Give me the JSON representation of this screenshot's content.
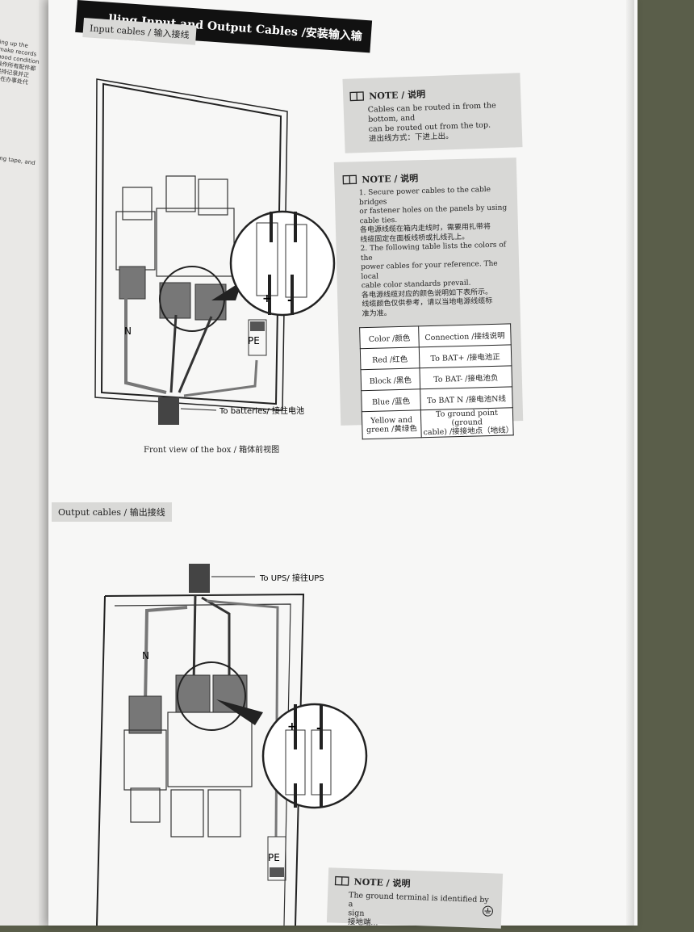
{
  "banner": {
    "title": "lling Input and Output Cables /安装输入输出线缆"
  },
  "left_margin": {
    "lines": [
      "ing up the",
      "make records",
      "good condition",
      "操作所有配件都",
      "保持记录并正",
      "现在办事处代",
      "ng tape, and"
    ]
  },
  "input_section": {
    "label": "Input cables / 输入接线"
  },
  "note1": {
    "title": "NOTE / 说明",
    "text": "Cables can be routed in from the bottom, and\ncan be routed out from the top.\n进出线方式：下进上出。"
  },
  "note2": {
    "title": "NOTE / 说明",
    "text": "1. Secure power cables to the cable bridges\nor fastener holes on the panels by using\ncable ties.\n各电源线缆在箱内走线时，需要用扎带将\n线缆固定在面板线桥或扎线孔上。\n2. The following table lists the colors of the\npower cables for your reference. The local\ncable color standards prevail.\n各电源线缆对应的颜色说明如下表所示。\n线缆颜色仅供参考，请以当地电源线缆标\n准为准。"
  },
  "color_table": {
    "headers": [
      "Color /颜色",
      "Connection /接线说明"
    ],
    "rows": [
      [
        "Red /红色",
        "To BAT+ /接电池正"
      ],
      [
        "Block /黑色",
        "To BAT- /接电池负"
      ],
      [
        "Blue /蓝色",
        "To BAT N /接电池N线"
      ],
      [
        "Yellow and\ngreen /黄绿色",
        "To ground point (ground\ncable) /接接地点（地线）"
      ]
    ]
  },
  "diagram1": {
    "n_label": "N",
    "pe_label": "PE",
    "plus": "+",
    "minus": "-",
    "callout": "To batteries/ 接往电池",
    "caption": "Front view of the box / 箱体前视图"
  },
  "output_section": {
    "label": "Output cables / 输出接线"
  },
  "diagram2": {
    "n_label": "N",
    "pe_label": "PE",
    "plus": "+",
    "minus": "-",
    "callout": "To UPS/ 接往UPS"
  },
  "note3": {
    "title": "NOTE / 说明",
    "text": "The ground terminal is identified by a\nsign\n接地端..."
  },
  "icons": {
    "note": "book-icon",
    "ground": "ground-symbol-icon"
  }
}
